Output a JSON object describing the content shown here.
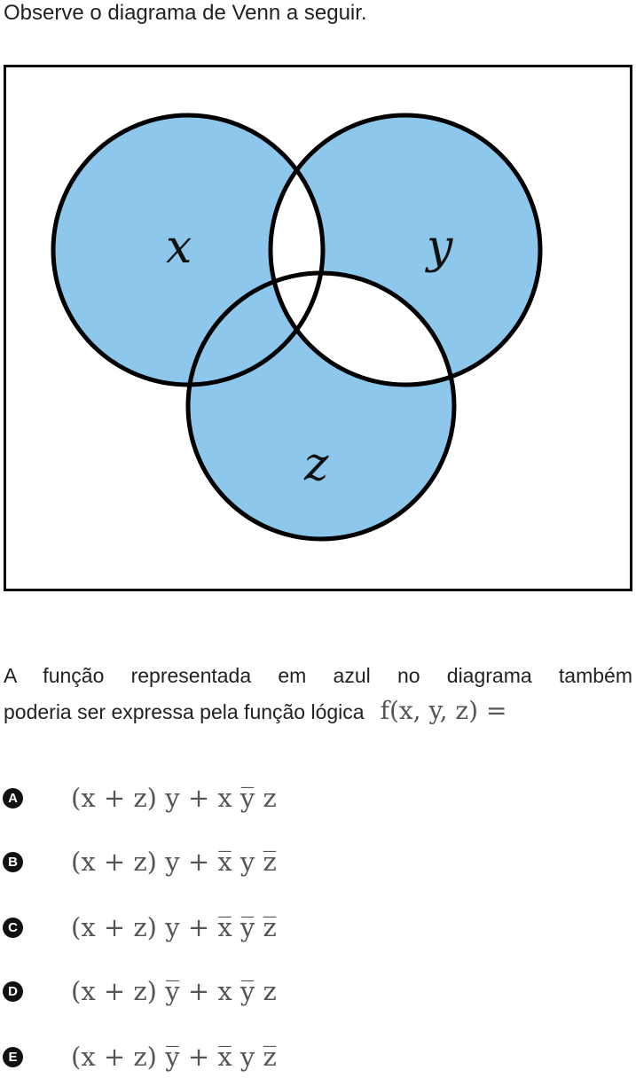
{
  "intro_text": "Observe o diagrama de Venn a seguir.",
  "diagram": {
    "labels": {
      "x": "x",
      "y": "y",
      "z": "z"
    },
    "colors": {
      "fill": "#8dc8ec",
      "outline": "#000000",
      "background": "#ffffff"
    }
  },
  "question": {
    "line1": "A função representada em azul no diagrama também",
    "line2": "poderia ser expressa pela função lógica",
    "function_expr": "f(x, y, z) ="
  },
  "options": [
    {
      "letter": "A",
      "expression": "(x + z) y + x y̅ z"
    },
    {
      "letter": "B",
      "expression": "(x + z) y + x̅ y z̅"
    },
    {
      "letter": "C",
      "expression": "(x + z) y + x̅ y̅ z̅"
    },
    {
      "letter": "D",
      "expression": "(x + z) y̅ + x y̅ z"
    },
    {
      "letter": "E",
      "expression": "(x + z) y̅ + x̅ y z̅"
    }
  ]
}
